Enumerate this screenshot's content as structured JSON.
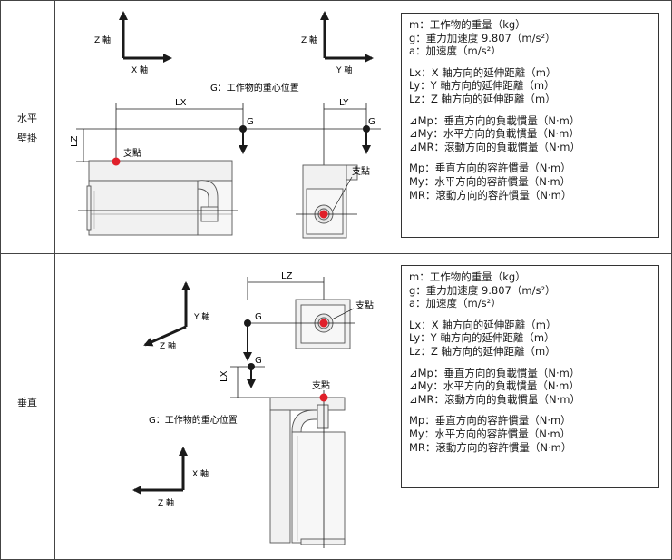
{
  "rows": {
    "horizontal_label_line1": "水平",
    "horizontal_label_line2": "壁掛",
    "vertical_label": "垂直"
  },
  "horizontal_diagram": {
    "axis1_vertical": "Z 軸",
    "axis1_horizontal": "X 軸",
    "axis2_vertical": "Z 軸",
    "axis2_horizontal": "Y 軸",
    "center_of_gravity_caption": "G：工作物的重心位置",
    "dim_lx": "LX",
    "dim_ly": "LY",
    "dim_lz": "LZ",
    "g_label_1": "G",
    "g_label_2": "G",
    "fulcrum_1": "支點",
    "fulcrum_2": "支點"
  },
  "vertical_diagram": {
    "axis1_vertical": "Y 軸",
    "axis1_horizontal": "Z 軸",
    "axis2_vertical": "X 軸",
    "axis2_horizontal": "Z 軸",
    "center_of_gravity_caption": "G：工作物的重心位置",
    "dim_lz": "LZ",
    "dim_lx": "LX",
    "g_label_1": "G",
    "g_label_2": "G",
    "fulcrum_1": "支點",
    "fulcrum_2": "支點"
  },
  "legend": {
    "m": "m：工作物的重量（kg）",
    "g": "g：重力加速度 9.807（m/s²）",
    "a": "a：加速度（m/s²）",
    "lx": "Lx：X 軸方向的延伸距離（m）",
    "ly": "Ly：Y 軸方向的延伸距離（m）",
    "lz": "Lz：Z 軸方向的延伸距離（m）",
    "dmp": "⊿Mp：垂直方向的負載慣量（N·m）",
    "dmy": "⊿My：水平方向的負載慣量（N·m）",
    "dmr": "⊿MR：滾動方向的負載慣量（N·m）",
    "mp": "Mp：垂直方向的容許慣量（N·m）",
    "my": "My：水平方向的容許慣量（N·m）",
    "mr": "MR：滾動方向的容許慣量（N·m）"
  },
  "colors": {
    "fulcrum": "#e0202a",
    "line": "#1a1a1a",
    "part_fill": "#f1f1f1"
  }
}
